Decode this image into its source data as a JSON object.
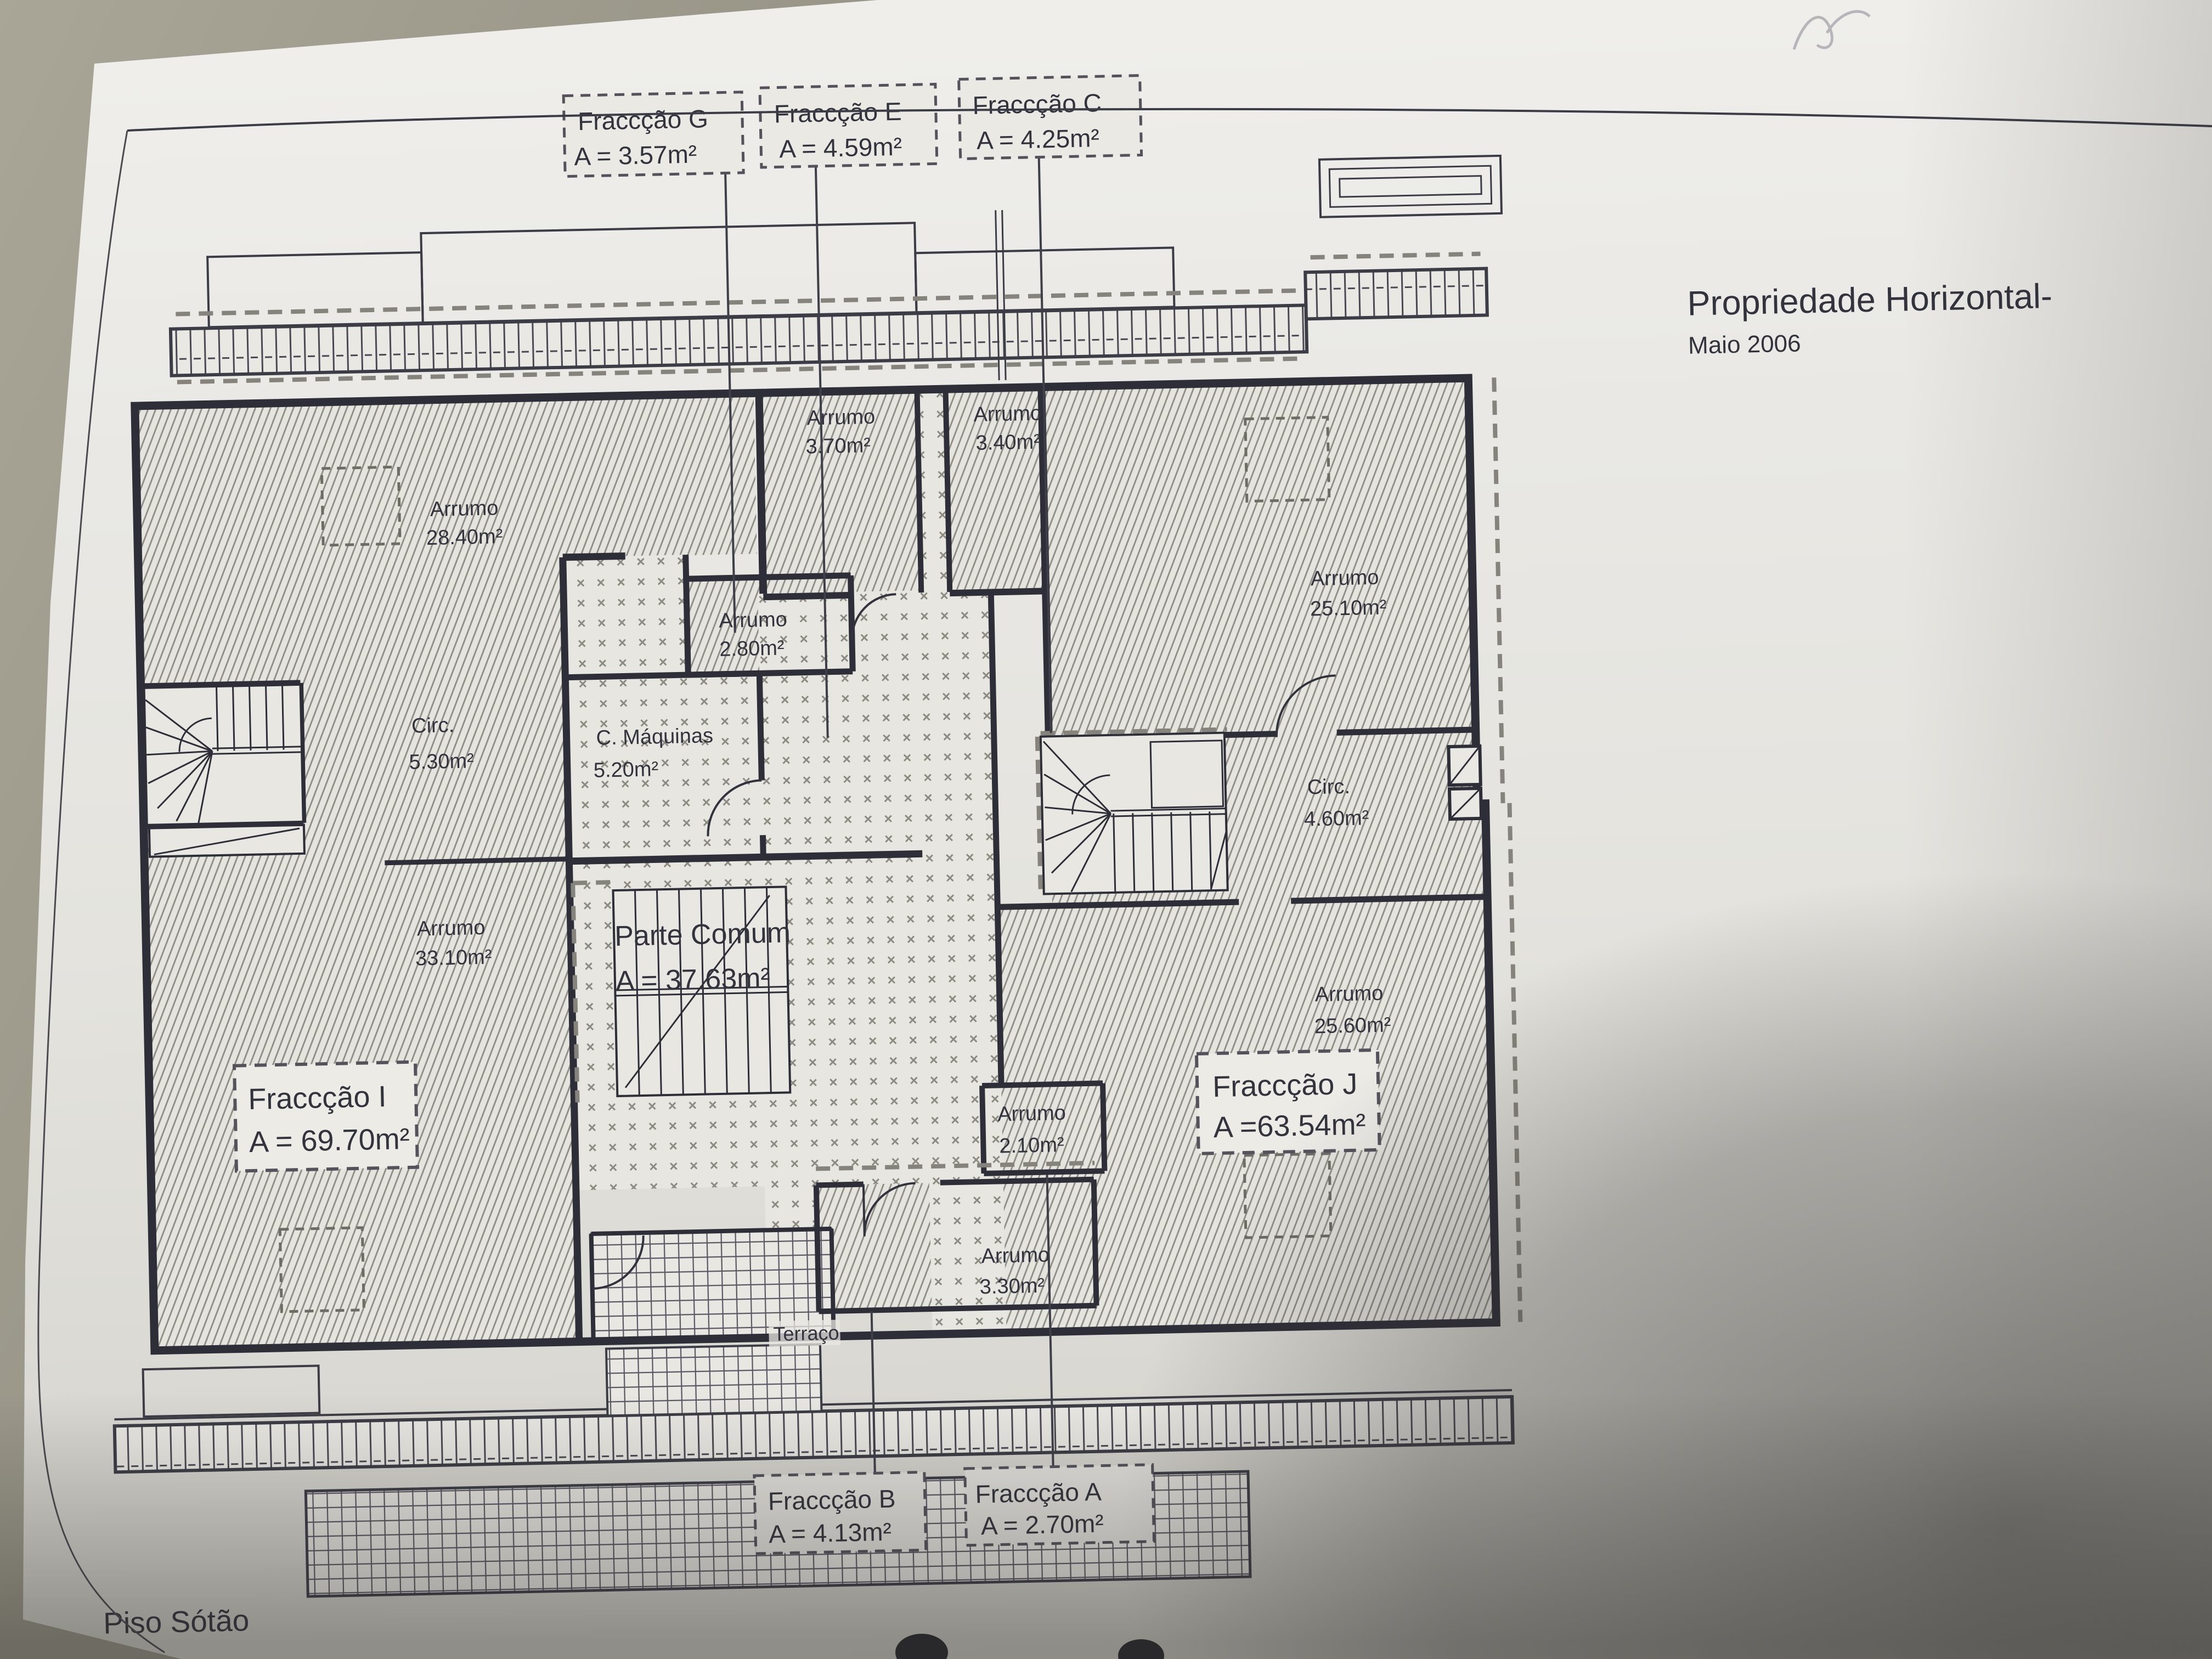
{
  "sheet": {
    "title": "Propriedade Horizontal-",
    "date": "Maio 2006",
    "floor_label": "Piso Sótão"
  },
  "fraction_boxes": {
    "top": [
      {
        "name": "Fraccção G",
        "area": "A = 3.57m²"
      },
      {
        "name": "Fraccção E",
        "area": "A = 4.59m²"
      },
      {
        "name": "Fraccção C",
        "area": "A = 4.25m²"
      }
    ],
    "bottom": [
      {
        "name": "Fraccção B",
        "area": "A = 4.13m²"
      },
      {
        "name": "Fraccção A",
        "area": "A = 2.70m²"
      }
    ],
    "interior": [
      {
        "name": "Fraccção I",
        "area": "A = 69.70m²"
      },
      {
        "name": "Fraccção J",
        "area": "A =63.54m²"
      }
    ],
    "common": {
      "name": "Parte Comum",
      "area": "A = 37.63m²"
    }
  },
  "rooms": {
    "arrumo_28_40": {
      "label": "Arrumo",
      "area": "28.40m²"
    },
    "arrumo_3_70": {
      "label": "Arrumo",
      "area": "3.70m²"
    },
    "arrumo_3_40": {
      "label": "Arrumo",
      "area": "3.40m²"
    },
    "arrumo_2_80": {
      "label": "Arrumo",
      "area": "2.80m²"
    },
    "arrumo_25_10": {
      "label": "Arrumo",
      "area": "25.10m²"
    },
    "circ_5_30": {
      "label": "Circ.",
      "area": "5.30m²"
    },
    "c_maquinas": {
      "label": "C. Máquinas",
      "area": "5.20m²"
    },
    "circ_4_60": {
      "label": "Circ.",
      "area": "4.60m²"
    },
    "arrumo_33_10": {
      "label": "Arrumo",
      "area": "33.10m²"
    },
    "arrumo_25_60": {
      "label": "Arrumo",
      "area": "25.60m²"
    },
    "arrumo_2_10": {
      "label": "Arrumo",
      "area": "2.10m²"
    },
    "arrumo_3_30": {
      "label": "Arrumo",
      "area": "3.30m²"
    },
    "terraco": {
      "label": "Terraço"
    }
  }
}
